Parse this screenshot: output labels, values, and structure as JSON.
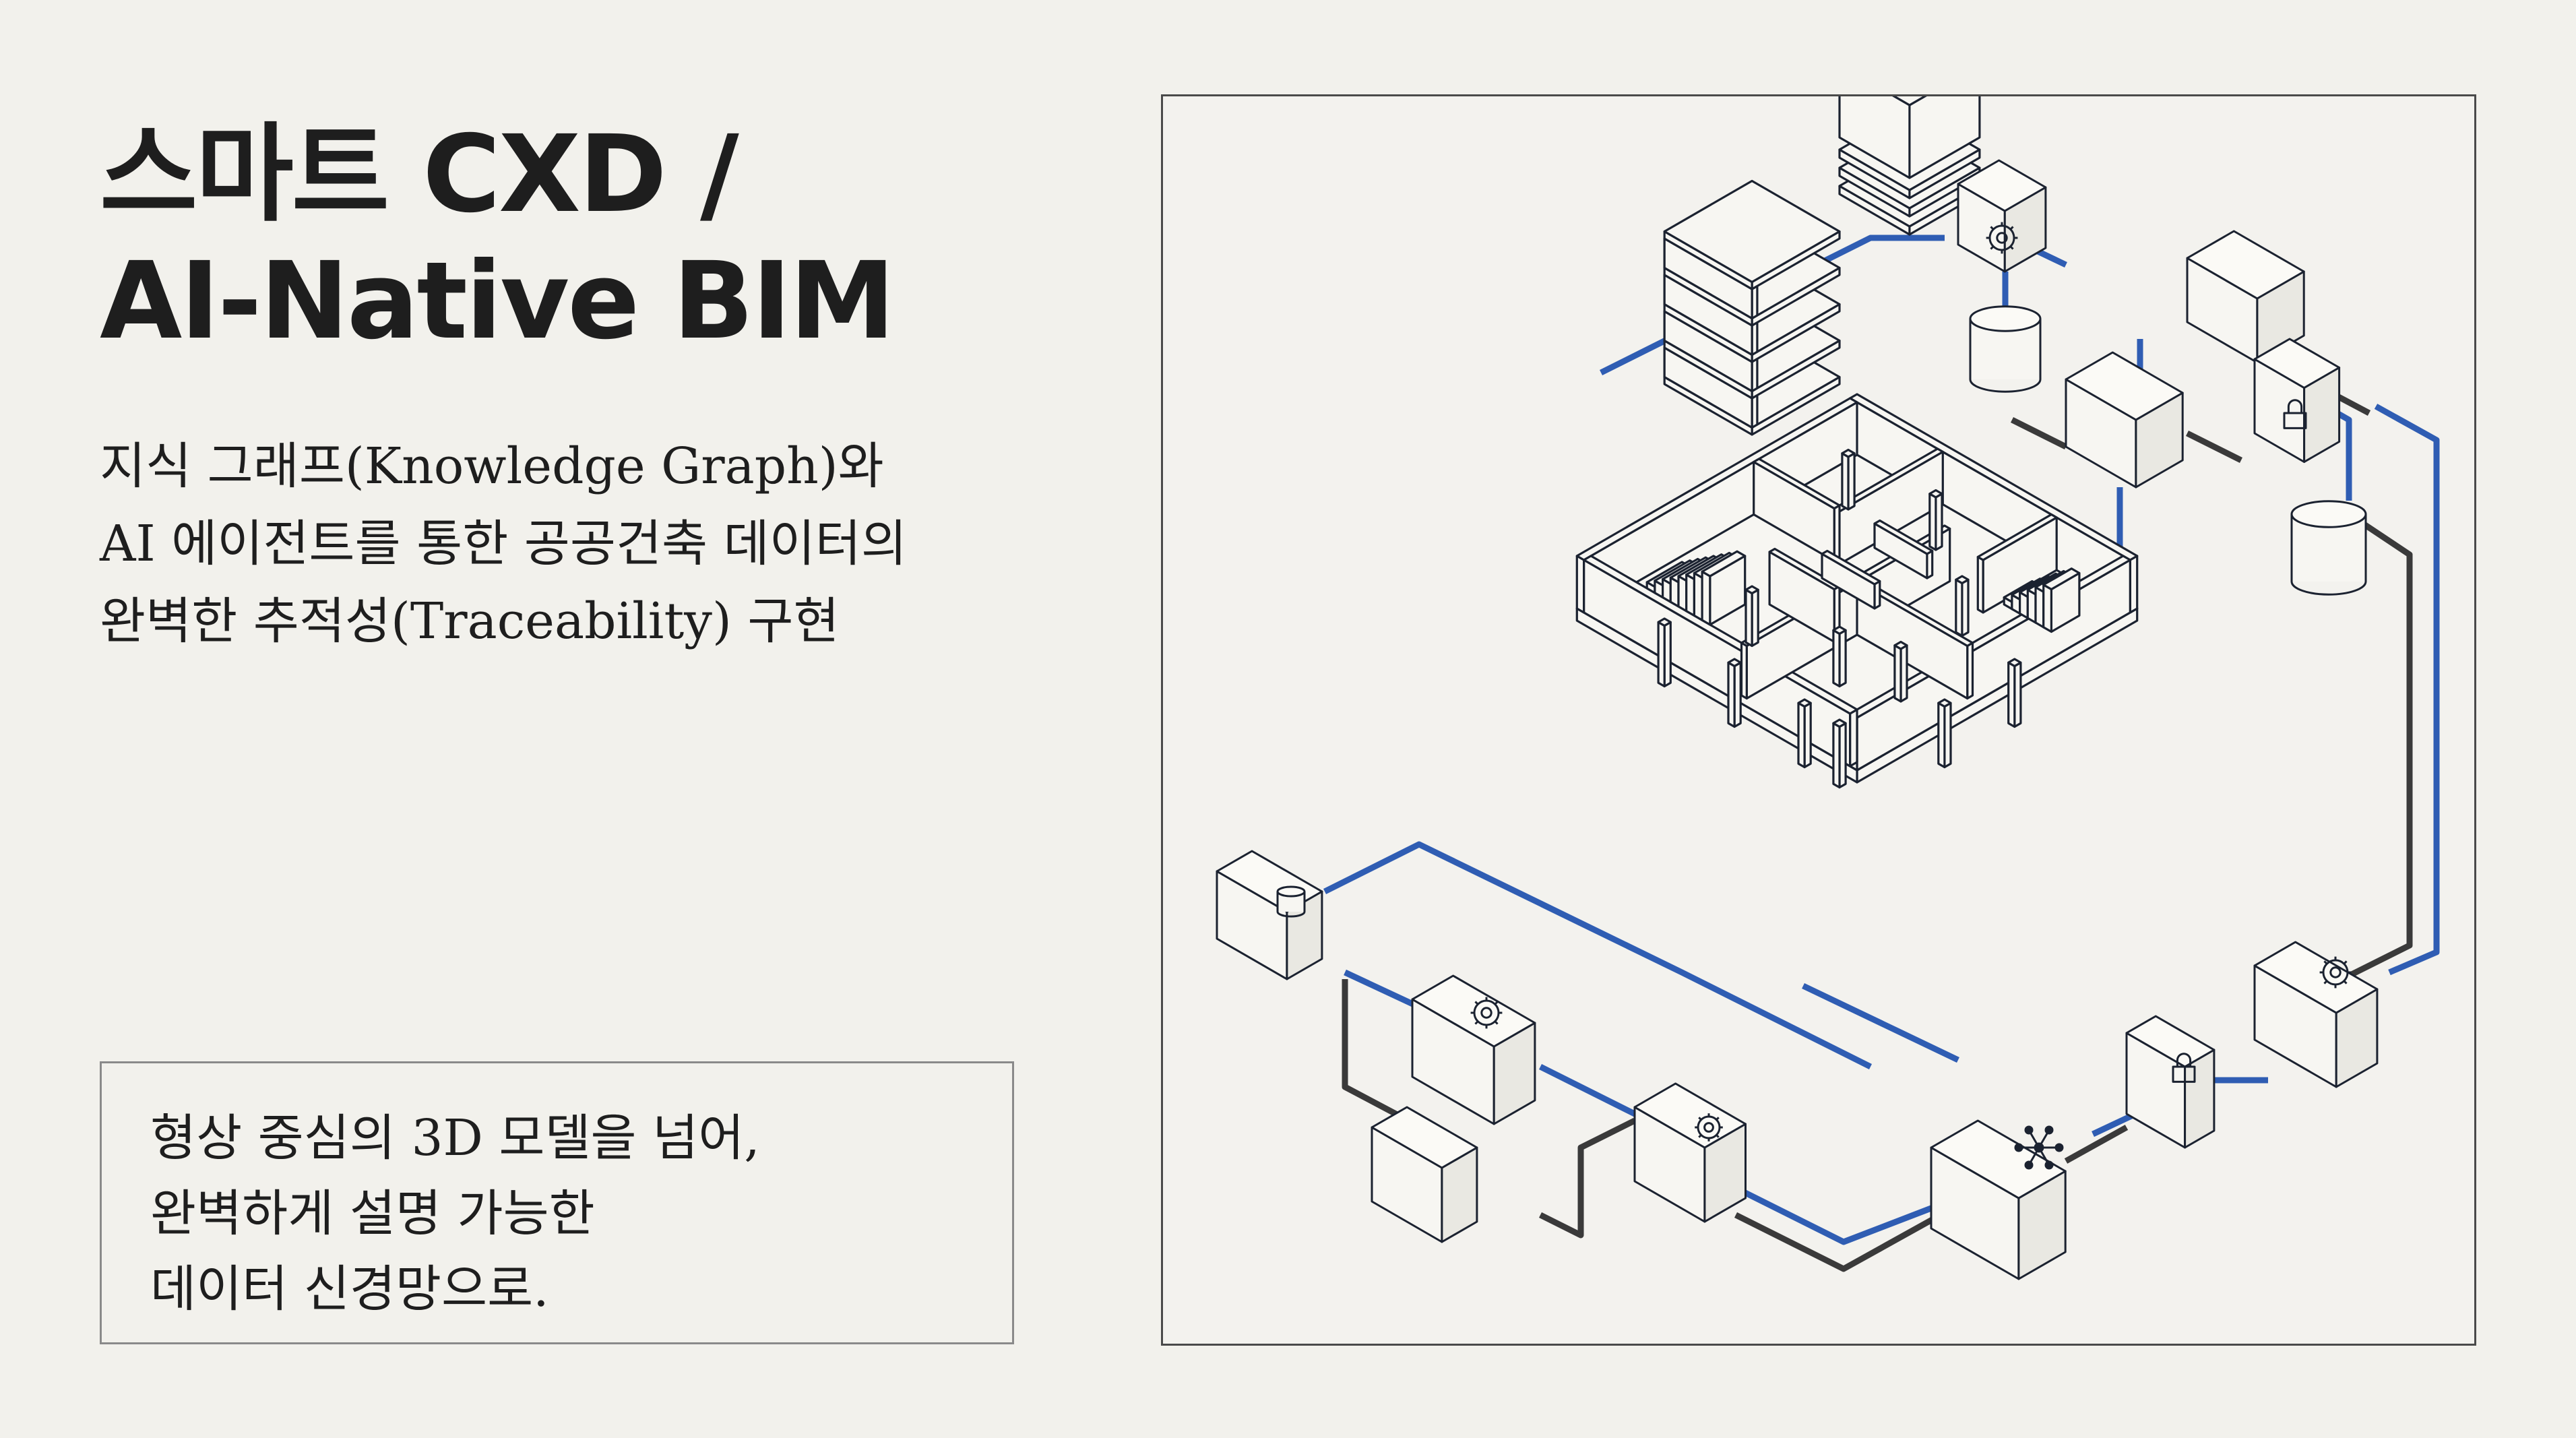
{
  "title": {
    "line1": "스마트 CXD /",
    "line2": "AI-Native BIM"
  },
  "subtitle": {
    "line1": "지식 그래프(Knowledge Graph)와",
    "line2": "AI 에이전트를 통한 공공건축 데이터의",
    "line3": "완벽한 추적성(Traceability) 구현"
  },
  "quote": {
    "line1": "형상 중심의 3D 모델을 넘어,",
    "line2": "완벽하게 설명 가능한",
    "line3": "데이터 신경망으로."
  },
  "diagram": {
    "colors": {
      "line": "#1b2230",
      "blue": "#2f5db3",
      "dark": "#3a3a3a",
      "box": "#f7f6f2"
    },
    "nodes": [
      {
        "name": "node-gear-top",
        "icon": "gear-icon"
      },
      {
        "name": "node-db-top-left",
        "icon": "database-icon"
      },
      {
        "name": "node-top-right",
        "icon": ""
      },
      {
        "name": "node-ai-center",
        "icon": ""
      },
      {
        "name": "node-lock-right",
        "icon": "lock-icon"
      },
      {
        "name": "node-db-right",
        "icon": "database-icon"
      },
      {
        "name": "node-db-left",
        "icon": "database-icon"
      },
      {
        "name": "node-gear-left",
        "icon": "gear-icon"
      },
      {
        "name": "node-left-bottom",
        "icon": ""
      },
      {
        "name": "node-brain",
        "icon": "brain-icon"
      },
      {
        "name": "node-network",
        "icon": "network-icon"
      },
      {
        "name": "node-lock-shield",
        "icon": "lock-icon"
      },
      {
        "name": "node-brain-right",
        "icon": "brain-icon"
      }
    ]
  }
}
